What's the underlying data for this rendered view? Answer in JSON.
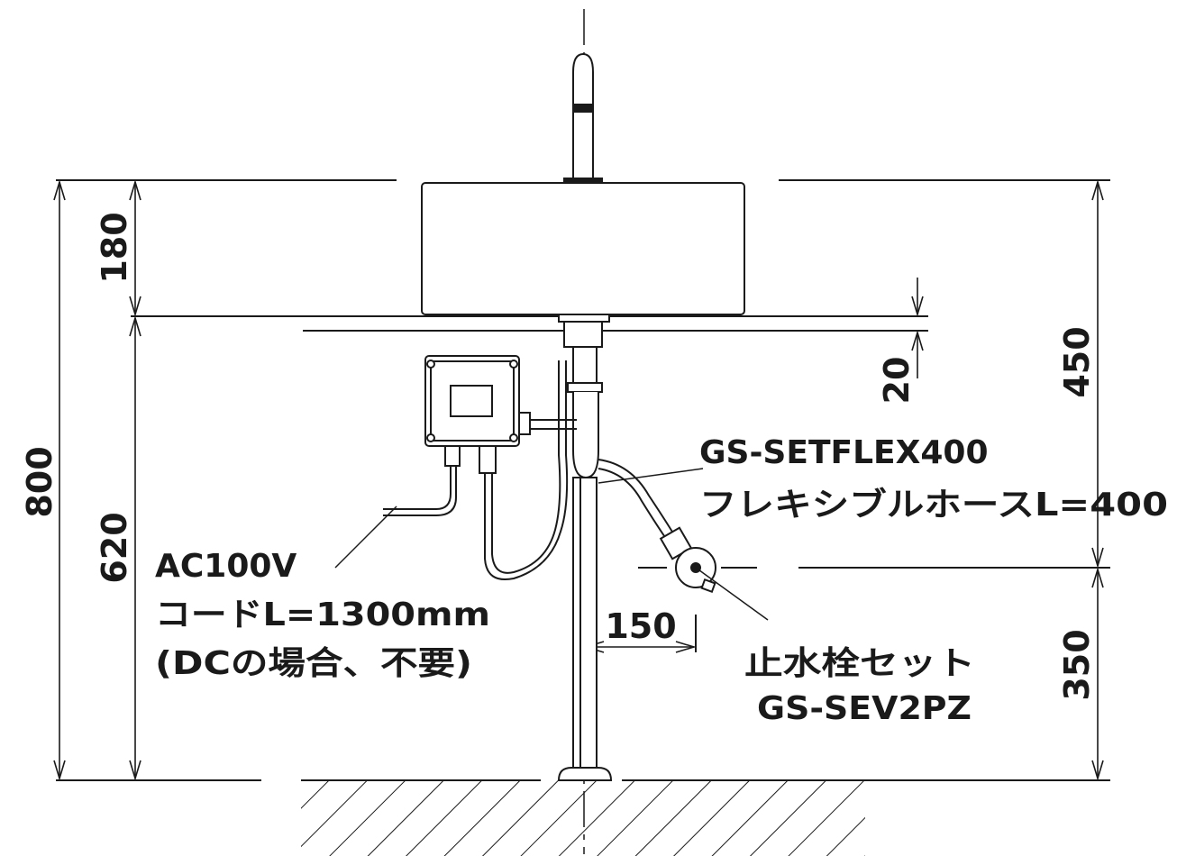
{
  "dimensions": {
    "d180": "180",
    "d620": "620",
    "d800": "800",
    "d20": "20",
    "d450": "450",
    "d350": "350",
    "d150": "150"
  },
  "labels": {
    "hose_model": "GS-SETFLEX400",
    "hose_desc": "フレキシブルホースL=400",
    "power_line1": "AC100V",
    "power_line2": "コードL=1300mm",
    "power_line3": "(DCの場合、不要)",
    "valve_line1": "止水栓セット",
    "valve_line2": "GS-SEV2PZ"
  }
}
